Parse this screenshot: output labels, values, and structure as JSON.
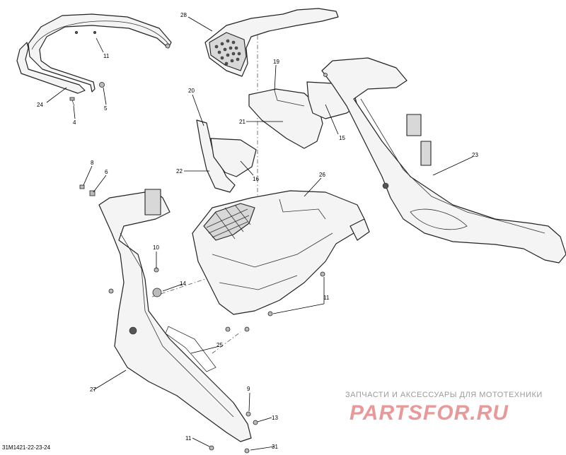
{
  "diagram_code": "31M1421-22-23-24",
  "watermark": {
    "tagline": "ЗАПЧАСТИ И АКСЕССУАРЫ ДЛЯ МОТОТЕХНИКИ",
    "brand": "PARTSFOR.RU",
    "color": "#e89a9a"
  },
  "callouts": {
    "c28": "28",
    "c11a": "11",
    "c24": "24",
    "c5": "5",
    "c4": "4",
    "c19": "19",
    "c20": "20",
    "c21": "21",
    "c15": "15",
    "c22": "22",
    "c16": "16",
    "c26": "26",
    "c23": "23",
    "c8": "8",
    "c6": "6",
    "c10": "10",
    "c14": "14",
    "c11b": "11",
    "c25": "25",
    "c27": "27",
    "c9": "9",
    "c13": "13",
    "c11c": "11",
    "c31": "31"
  }
}
